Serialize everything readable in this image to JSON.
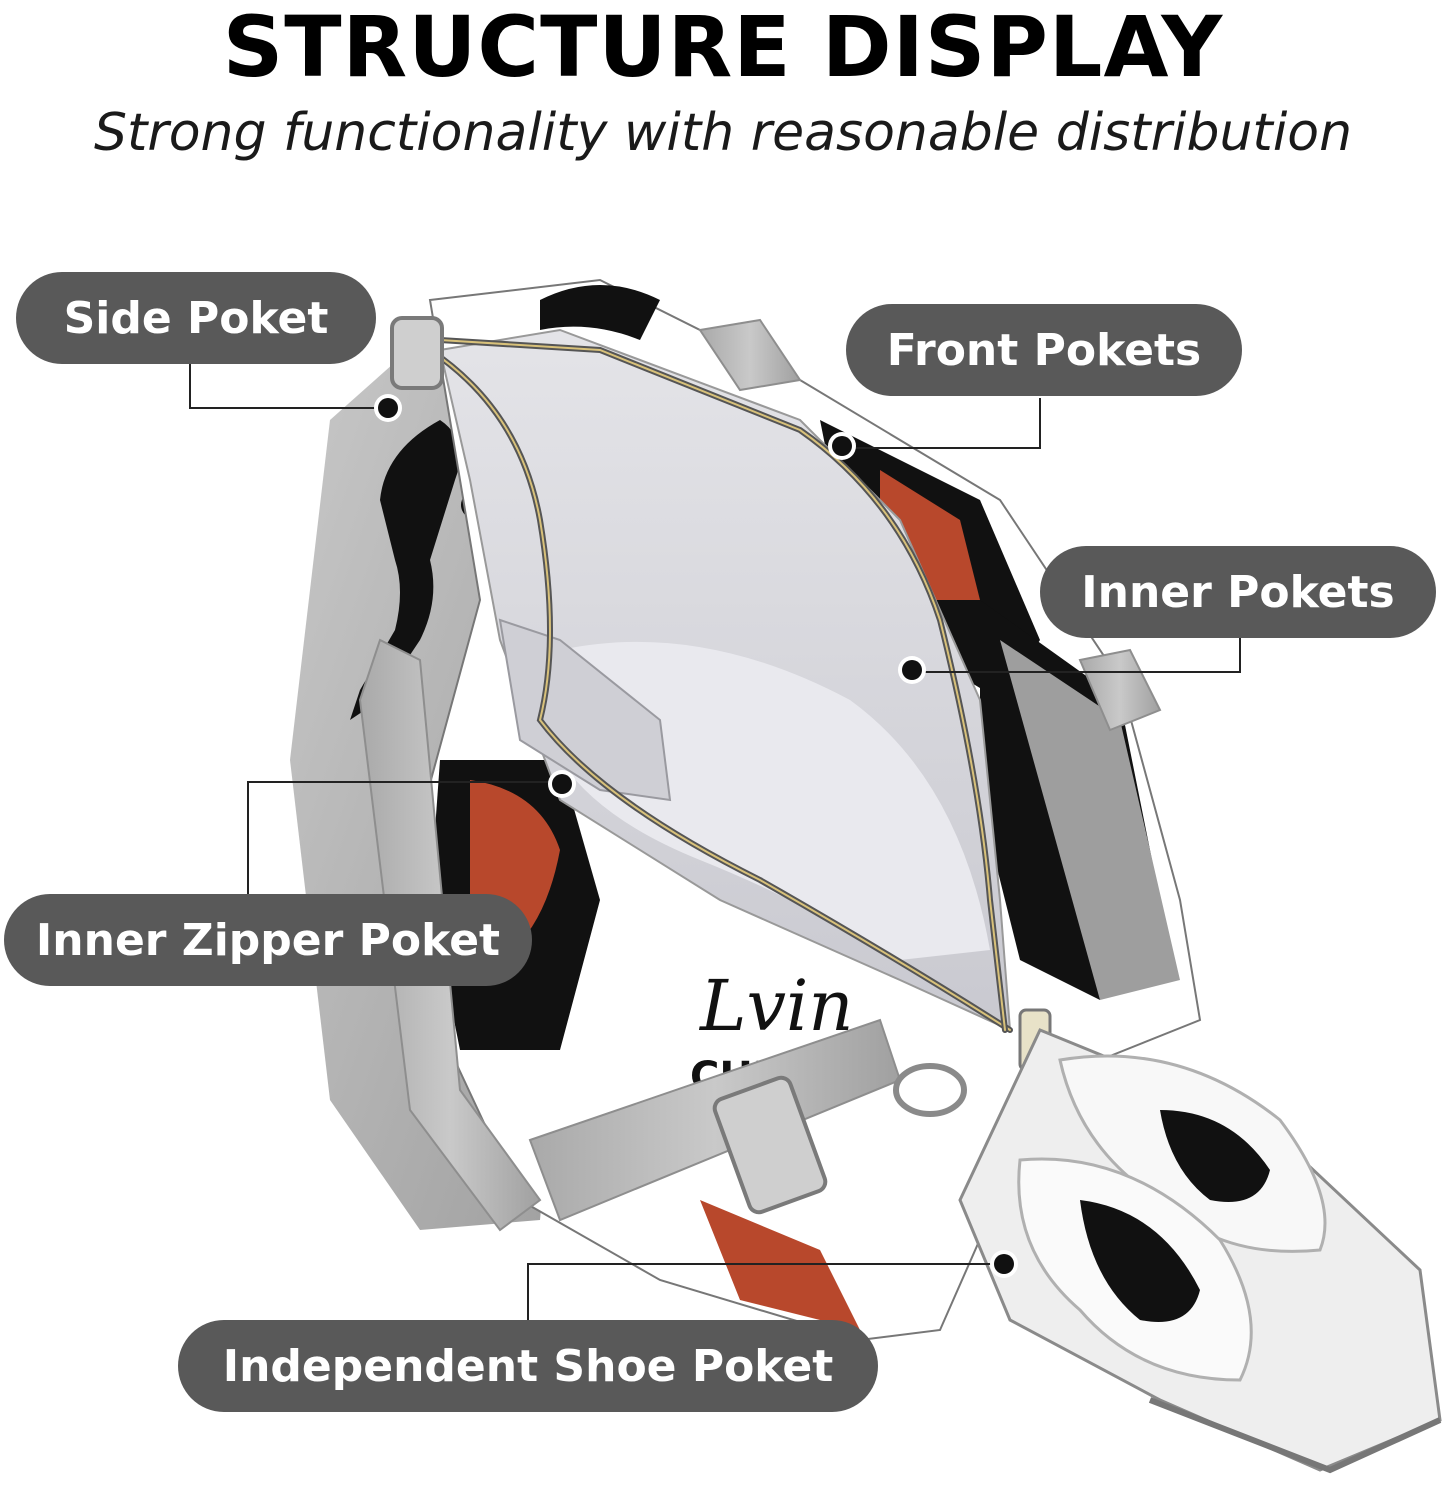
{
  "header": {
    "title": "STRUCTURE DISPLAY",
    "subtitle": "Strong functionality with reasonable distribution"
  },
  "callouts": {
    "side_pocket": "Side Poket",
    "front_pockets": "Front Pokets",
    "inner_pockets": "Inner Pokets",
    "inner_zipper_pocket": "Inner Zipper Poket",
    "shoe_pocket": "Independent Shoe Poket"
  },
  "colors": {
    "callout_bg": "#595959",
    "bag_gray": "#b9b9b9",
    "bag_interior": "#d9d9de",
    "accent_red": "#b8482c",
    "print_black": "#111111"
  }
}
